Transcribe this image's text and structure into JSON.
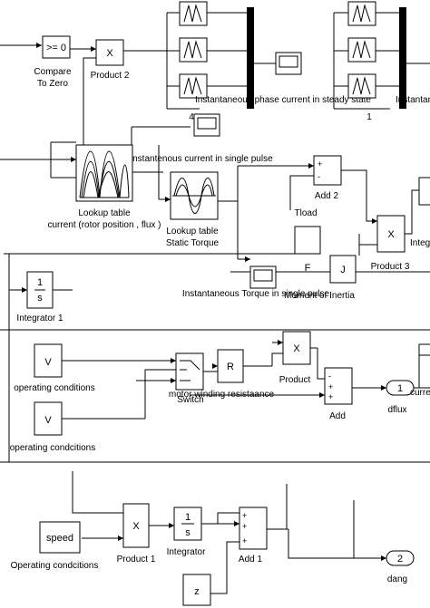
{
  "diagram": {
    "blocks": {
      "compare": {
        "symbol": ">= 0",
        "label_line1": "Compare",
        "label_line2": "To Zero"
      },
      "product2": {
        "symbol": "X",
        "label": "Product 2"
      },
      "lookup_flux": {
        "label_line1": "Lookup table",
        "label_line2": "current (rotor position , flux )"
      },
      "lookup_torque": {
        "label_line1": "Lookup table",
        "label_line2": "Static Torque"
      },
      "scope_phase_current": {
        "label": "Instantaneous phase current in steady state"
      },
      "scope_phase_current_right": {
        "label": "Instantane"
      },
      "scope_single_pulse_current": {
        "label": "Instantenous current in single pulse"
      },
      "scope_single_pulse_torque": {
        "label": "Instantaneous Torque in single pulse"
      },
      "bus_count_left": {
        "value": "4"
      },
      "bus_count_right": {
        "value": "1"
      },
      "add2": {
        "signs": "+\n-",
        "label": "Add 2"
      },
      "tload": {
        "symbol": "F",
        "label": "Tload"
      },
      "moment_inertia": {
        "symbol": "J",
        "label": "Moment of Inertia"
      },
      "product3": {
        "symbol": "X",
        "label": "Product 3"
      },
      "integrator_right": {
        "label": "Integr"
      },
      "integrator1": {
        "numer": "1",
        "denom": "s",
        "label": "Integrator 1"
      },
      "const_v1": {
        "symbol": "V",
        "label": "operating conditions"
      },
      "const_v2": {
        "symbol": "V",
        "label": "operating condcitions"
      },
      "switch": {
        "label": "Switch"
      },
      "resistance": {
        "symbol": "R",
        "label": "motor winding resistaance"
      },
      "product": {
        "symbol": "X",
        "label": "Product"
      },
      "add": {
        "label": "Add"
      },
      "out_dflux": {
        "number": "1",
        "label": "dflux"
      },
      "out_curre": {
        "label": "curre"
      },
      "speed": {
        "symbol": "speed",
        "label": "Operating condcitions"
      },
      "product1": {
        "symbol": "X",
        "label": "Product 1"
      },
      "integrator": {
        "numer": "1",
        "denom": "s",
        "label": "Integrator"
      },
      "add1": {
        "label": "Add 1"
      },
      "z_const": {
        "symbol": "z"
      },
      "out_dang": {
        "number": "2",
        "label": "dang"
      }
    }
  }
}
